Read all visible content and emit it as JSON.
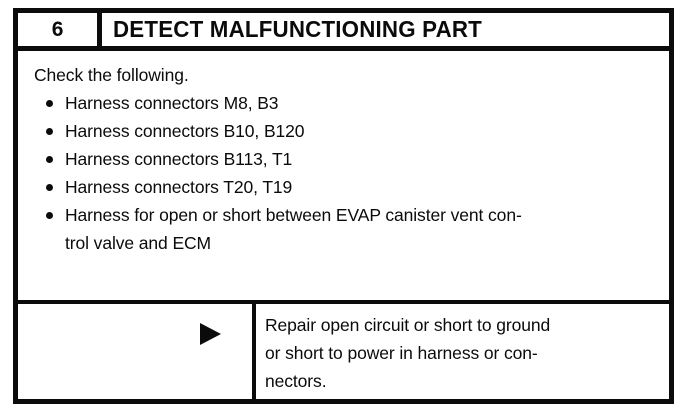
{
  "document": {
    "type": "diagnostic-procedure-step",
    "step_number": "6",
    "step_title": "DETECT MALFUNCTIONING PART"
  },
  "body": {
    "intro": "Check the following.",
    "bullets": [
      {
        "lines": [
          "Harness connectors M8, B3"
        ]
      },
      {
        "lines": [
          "Harness connectors B10, B120"
        ]
      },
      {
        "lines": [
          "Harness connectors B113, T1"
        ]
      },
      {
        "lines": [
          "Harness connectors T20, T19"
        ]
      },
      {
        "lines": [
          "Harness for open or short between EVAP canister vent con-",
          "trol valve and ECM"
        ]
      }
    ]
  },
  "action": {
    "arrow_icon": "right-triangle-arrow-icon",
    "lines": [
      "Repair open circuit or short to ground",
      "or short to power in harness or con-",
      "nectors."
    ]
  },
  "colors": {
    "ink": "#0b0b0b",
    "paper": "#ffffff"
  }
}
